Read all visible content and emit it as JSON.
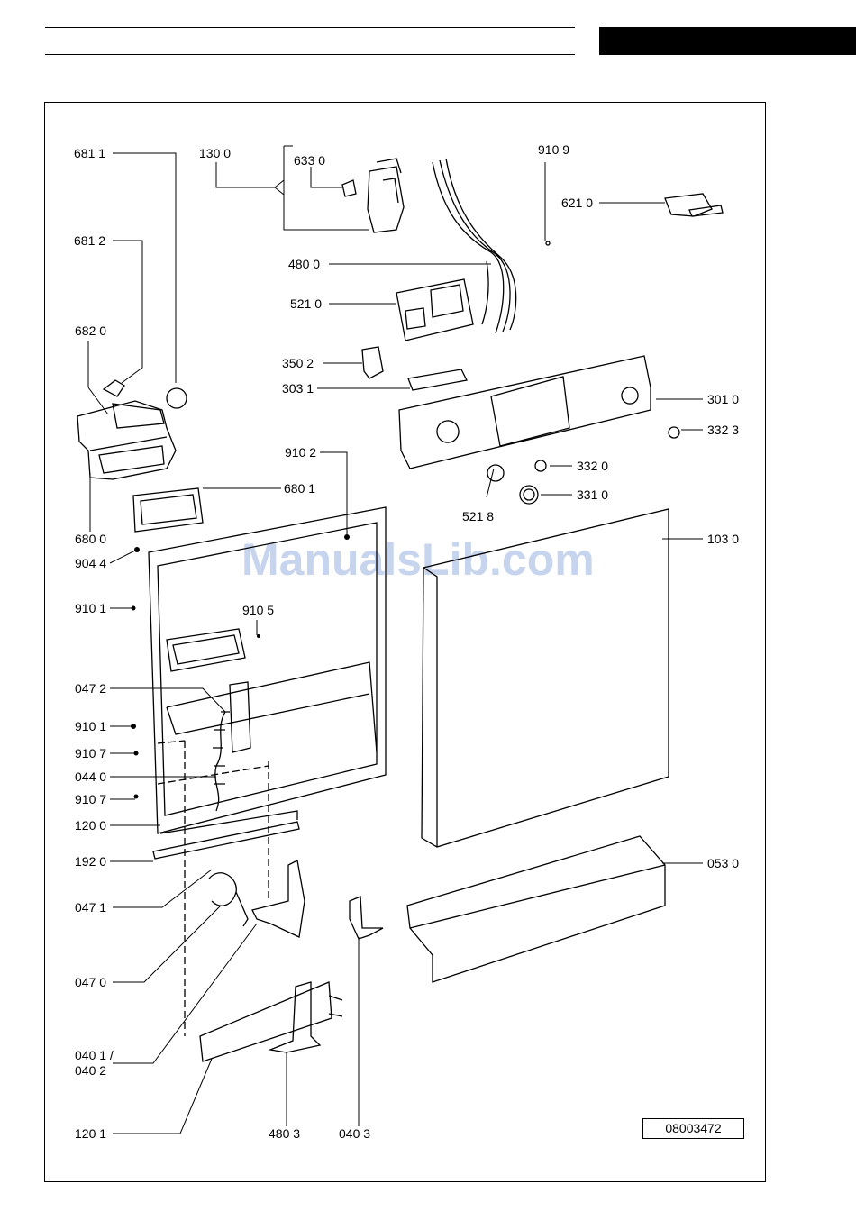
{
  "watermark": "ManualsLib.com",
  "doc_number": "08003472",
  "labels": {
    "l6811": "681 1",
    "l1300": "130 0",
    "l6330": "633 0",
    "l9109": "910 9",
    "l6210": "621 0",
    "l6812": "681 2",
    "l4800": "480 0",
    "l5210": "521 0",
    "l6820": "682 0",
    "l3502": "350 2",
    "l3031": "303 1",
    "l3010": "301 0",
    "l3323": "332 3",
    "l9102": "910 2",
    "l3320": "332 0",
    "l6801": "680 1",
    "l3310": "331 0",
    "l6800": "680 0",
    "l5218": "521 8",
    "l9044": "904 4",
    "l1030": "103 0",
    "l9101a": "910 1",
    "l9105": "910 5",
    "l0472": "047 2",
    "l9101b": "910 1",
    "l9107a": "910 7",
    "l0440": "044 0",
    "l9107b": "910 7",
    "l1200": "120 0",
    "l1920": "192 0",
    "l0530": "053 0",
    "l0471": "047 1",
    "l0470": "047 0",
    "l0401a": "040 1 /",
    "l0401b": "040 2",
    "l1201": "120 1",
    "l4803": "480 3",
    "l0403": "040 3"
  }
}
